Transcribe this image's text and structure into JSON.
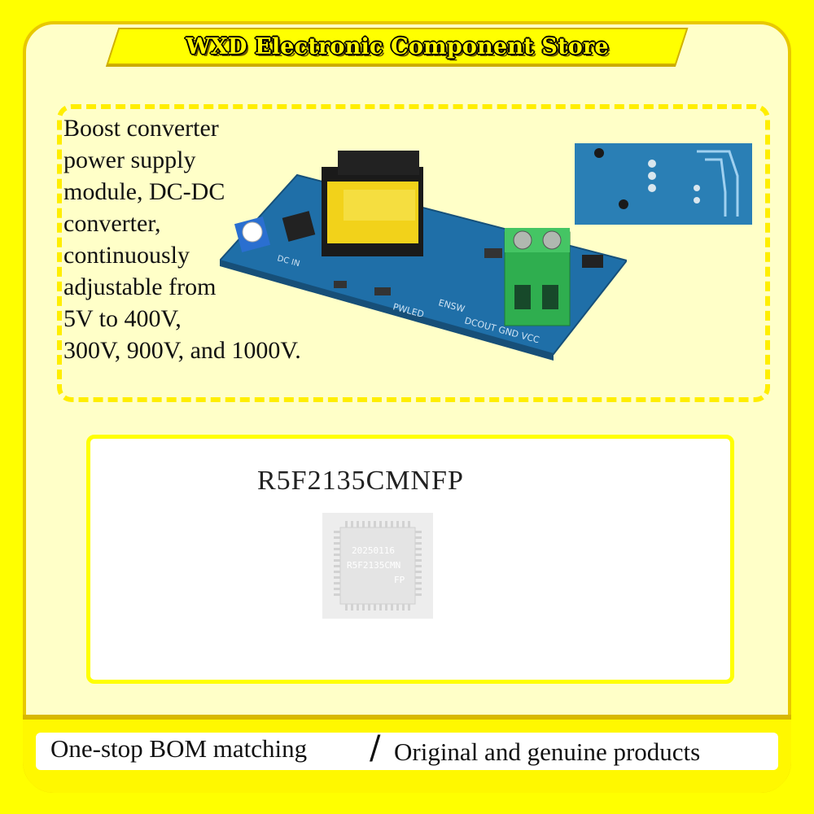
{
  "store": {
    "title": "WXD Electronic Component Store"
  },
  "product": {
    "description_lines": [
      "Boost converter",
      "power supply",
      "module, DC-DC",
      "converter,",
      "continuously",
      "adjustable from",
      "5V to 400V,",
      "300V, 900V, and 1000V."
    ],
    "board_labels": {
      "pwled": "PWLED",
      "ensw": "ENSW",
      "terminal": "DCOUT GND VCC",
      "dc_in": "DC IN"
    }
  },
  "part": {
    "number": "R5F2135CMNFP",
    "chip_marking": [
      "20250116",
      "R5F2135CMN",
      "FP"
    ]
  },
  "footer": {
    "left": "One-stop BOM matching",
    "separator": "/",
    "right": "Original and genuine products"
  },
  "colors": {
    "background": "#ffff00",
    "card": "#ffffc8",
    "pcb": "#1f6fa8",
    "transformer": "#f2d21a",
    "terminal": "#2fae4f"
  }
}
